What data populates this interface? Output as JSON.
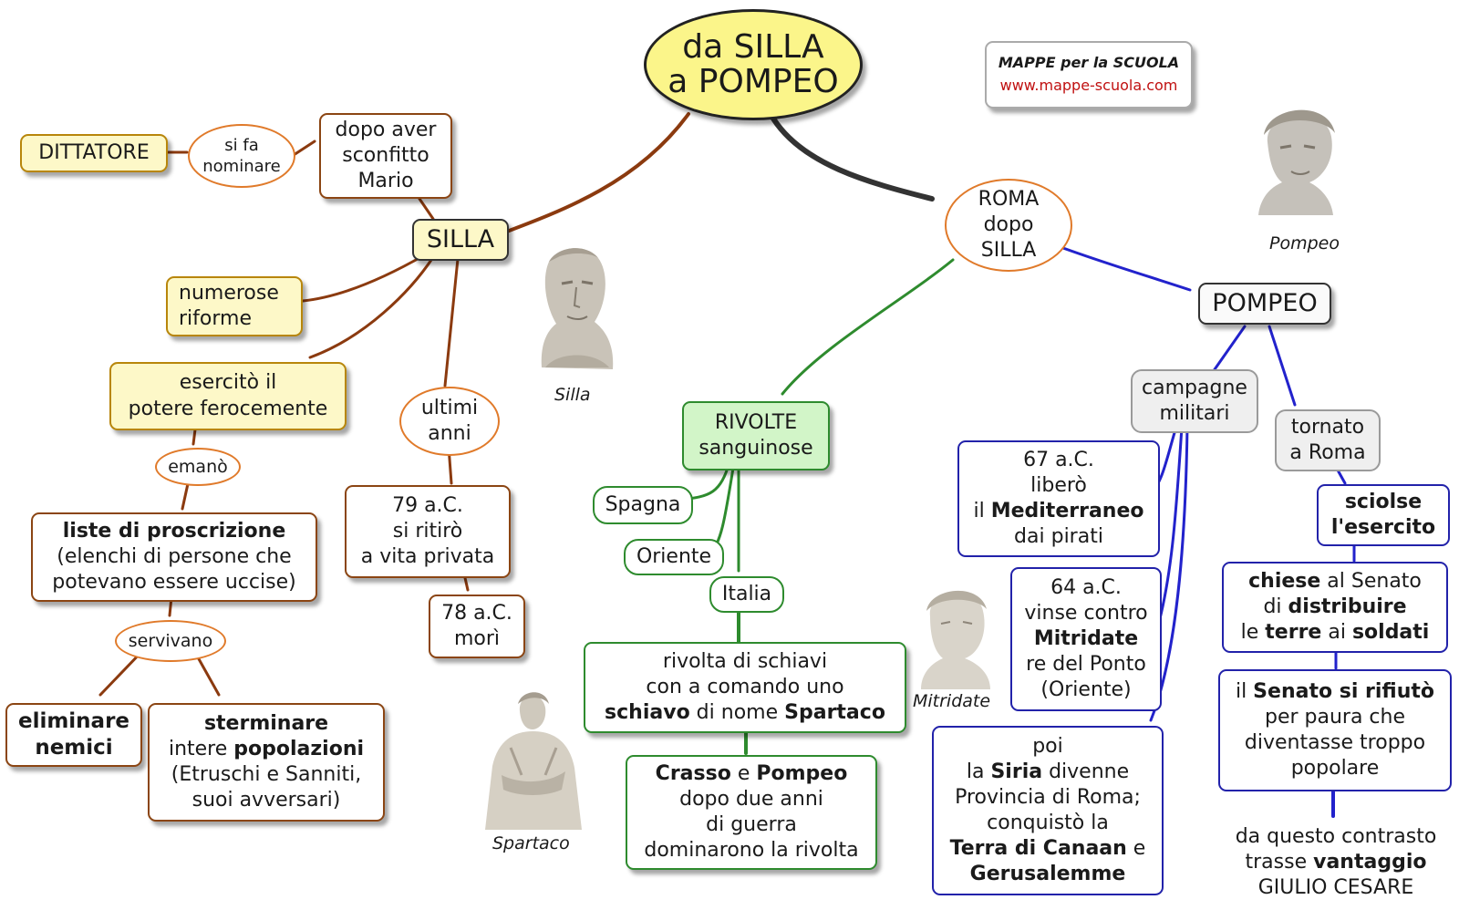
{
  "title": {
    "line1": "da SILLA",
    "line2": "a POMPEO"
  },
  "brand": {
    "name": "MAPPE per la SCUOLA",
    "url": "www.mappe-scuola.com"
  },
  "silla": {
    "label": "SILLA",
    "dittatore": "DITTATORE",
    "si_fa_nominare": {
      "l1": "si fa",
      "l2": "nominare"
    },
    "dopo_aver": {
      "l1": "dopo aver",
      "l2": "sconfitto",
      "l3": "Mario"
    },
    "riforme": {
      "l1": "numerose",
      "l2": "riforme"
    },
    "potere": {
      "l1": "esercitò il",
      "l2": "potere ferocemente"
    },
    "emano": "emanò",
    "liste": {
      "l1": "liste di proscrizione",
      "l2": "(elenchi di persone che",
      "l3": "potevano essere uccise)"
    },
    "servivano": "servivano",
    "eliminare": {
      "l1": "eliminare",
      "l2": "nemici"
    },
    "sterminare": {
      "l1": "sterminare",
      "l2a": "intere ",
      "l2b": "popolazioni",
      "l3": "(Etruschi e Sanniti,",
      "l4": "suoi avversari)"
    },
    "ultimi_anni": {
      "l1": "ultimi",
      "l2": "anni"
    },
    "ritiro": {
      "l1": "79 a.C.",
      "l2": "si ritirò",
      "l3": "a vita privata"
    },
    "mori": {
      "l1": "78 a.C.",
      "l2": "morì"
    },
    "caption": "Silla"
  },
  "roma": {
    "label": {
      "l1": "ROMA",
      "l2": "dopo",
      "l3": "SILLA"
    }
  },
  "rivolte": {
    "label": {
      "l1": "RIVOLTE",
      "l2": "sanguinose"
    },
    "spagna": "Spagna",
    "oriente": "Oriente",
    "italia": "Italia",
    "schiavi": {
      "l1": "rivolta di schiavi",
      "l2": "con a comando uno",
      "l3a": "schiavo",
      "l3b": " di nome ",
      "l3c": "Spartaco"
    },
    "crasso": {
      "l1a": "Crasso",
      "l1b": " e ",
      "l1c": "Pompeo",
      "l2": "dopo due anni",
      "l3": "di guerra",
      "l4": "dominarono la rivolta"
    },
    "caption_spartaco": "Spartaco",
    "caption_mitridate": "Mitridate"
  },
  "pompeo": {
    "label": "POMPEO",
    "caption": "Pompeo",
    "campagne": {
      "l1": "campagne",
      "l2": "militari"
    },
    "c67": {
      "l1": "67 a.C.",
      "l2": "liberò",
      "l3a": "il ",
      "l3b": "Mediterraneo",
      "l4": "dai pirati"
    },
    "c64": {
      "l1": "64 a.C.",
      "l2": "vinse contro",
      "l3": "Mitridate",
      "l4": "re del Ponto",
      "l5": "(Oriente)"
    },
    "siria": {
      "l1": "poi",
      "l2a": "la ",
      "l2b": "Siria",
      "l2c": " divenne",
      "l3": "Provincia di Roma;",
      "l4": "conquistò la",
      "l5a": "Terra di Canaan",
      "l5b": " e",
      "l6": "Gerusalemme"
    },
    "tornato": {
      "l1": "tornato",
      "l2": "a Roma"
    },
    "sciolse": {
      "l1": "sciolse",
      "l2": "l'esercito"
    },
    "chiese": {
      "l1a": "chiese",
      "l1b": " al Senato",
      "l2a": "di ",
      "l2b": "distribuire",
      "l3a": "le ",
      "l3b": "terre",
      "l3c": " ai ",
      "l3d": "soldati"
    },
    "senato": {
      "l1a": "il ",
      "l1b": "Senato si rifiutò",
      "l2": "per paura che",
      "l3": "diventasse troppo",
      "l4": "popolare"
    },
    "cesare": {
      "l1": "da questo contrasto",
      "l2a": "trasse ",
      "l2b": "vantaggio",
      "l3": "GIULIO CESARE"
    }
  },
  "colors": {
    "silla_branch": "#8b3a0f",
    "rivolte_branch": "#2e8b2e",
    "pompeo_branch": "#2222cc",
    "title_fill": "#fbf58a"
  }
}
